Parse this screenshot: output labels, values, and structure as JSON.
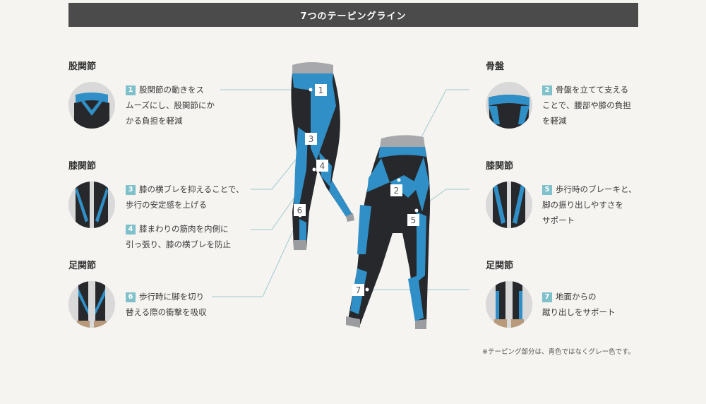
{
  "title": "7つのテーピングライン",
  "note": "※テーピング部分は、青色ではなくグレー色です。",
  "sections": {
    "hip": "股関節",
    "pelvis": "骨盤",
    "knee_left": "膝関節",
    "knee_right": "膝関節",
    "ankle_left": "足関節",
    "ankle_right": "足関節"
  },
  "items": [
    {
      "num": "1",
      "lines": [
        "股関節の動きをス",
        "ムーズにし、股関節にか",
        "かる負担を軽減"
      ]
    },
    {
      "num": "2",
      "lines": [
        "骨盤を立てて支える",
        "ことで、腰部や膝の負担",
        "を軽減"
      ]
    },
    {
      "num": "3",
      "lines": [
        "膝の横ブレを抑えることで、",
        "歩行の安定感を上げる"
      ]
    },
    {
      "num": "4",
      "lines": [
        "膝まわりの筋肉を内側に",
        "引っ張り、膝の横ブレを防止"
      ]
    },
    {
      "num": "5",
      "lines": [
        "歩行時のブレーキと、",
        "脚の振り出しやすさを",
        "サポート"
      ]
    },
    {
      "num": "6",
      "lines": [
        "歩行時に脚を切り",
        "替える際の衝撃を吸収"
      ]
    },
    {
      "num": "7",
      "lines": [
        "地面からの",
        "蹴り出しをサポート"
      ]
    }
  ],
  "colors": {
    "tape": "#2f8fc6",
    "fabric": "#26282c",
    "accent": "#7fc1ca",
    "banner": "#4b4b4b"
  }
}
